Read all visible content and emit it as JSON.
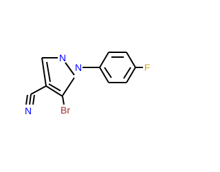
{
  "molecule": {
    "atoms": {
      "n2": "N",
      "n1": "N",
      "br": "Br",
      "f": "F",
      "nitrile_n": "N"
    },
    "colors": {
      "nitrogen": "#0000FF",
      "bromine": "#A52A2A",
      "fluorine": "#DAA520",
      "bond": "#000000",
      "background": "#FFFFFF"
    }
  }
}
